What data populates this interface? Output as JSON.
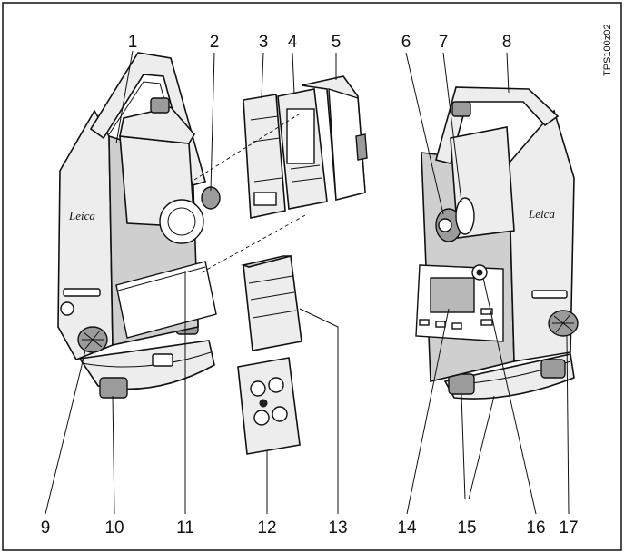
{
  "figure_code": "TPS100z02",
  "brand": "Leica",
  "callouts": [
    {
      "id": "1",
      "label": "1"
    },
    {
      "id": "2",
      "label": "2"
    },
    {
      "id": "3",
      "label": "3"
    },
    {
      "id": "4",
      "label": "4"
    },
    {
      "id": "5",
      "label": "5"
    },
    {
      "id": "6",
      "label": "6"
    },
    {
      "id": "7",
      "label": "7"
    },
    {
      "id": "8",
      "label": "8"
    },
    {
      "id": "9",
      "label": "9"
    },
    {
      "id": "10",
      "label": "10"
    },
    {
      "id": "11",
      "label": "11"
    },
    {
      "id": "12",
      "label": "12"
    },
    {
      "id": "13",
      "label": "13"
    },
    {
      "id": "14",
      "label": "14"
    },
    {
      "id": "15",
      "label": "15"
    },
    {
      "id": "16",
      "label": "16"
    },
    {
      "id": "17",
      "label": "17"
    }
  ]
}
